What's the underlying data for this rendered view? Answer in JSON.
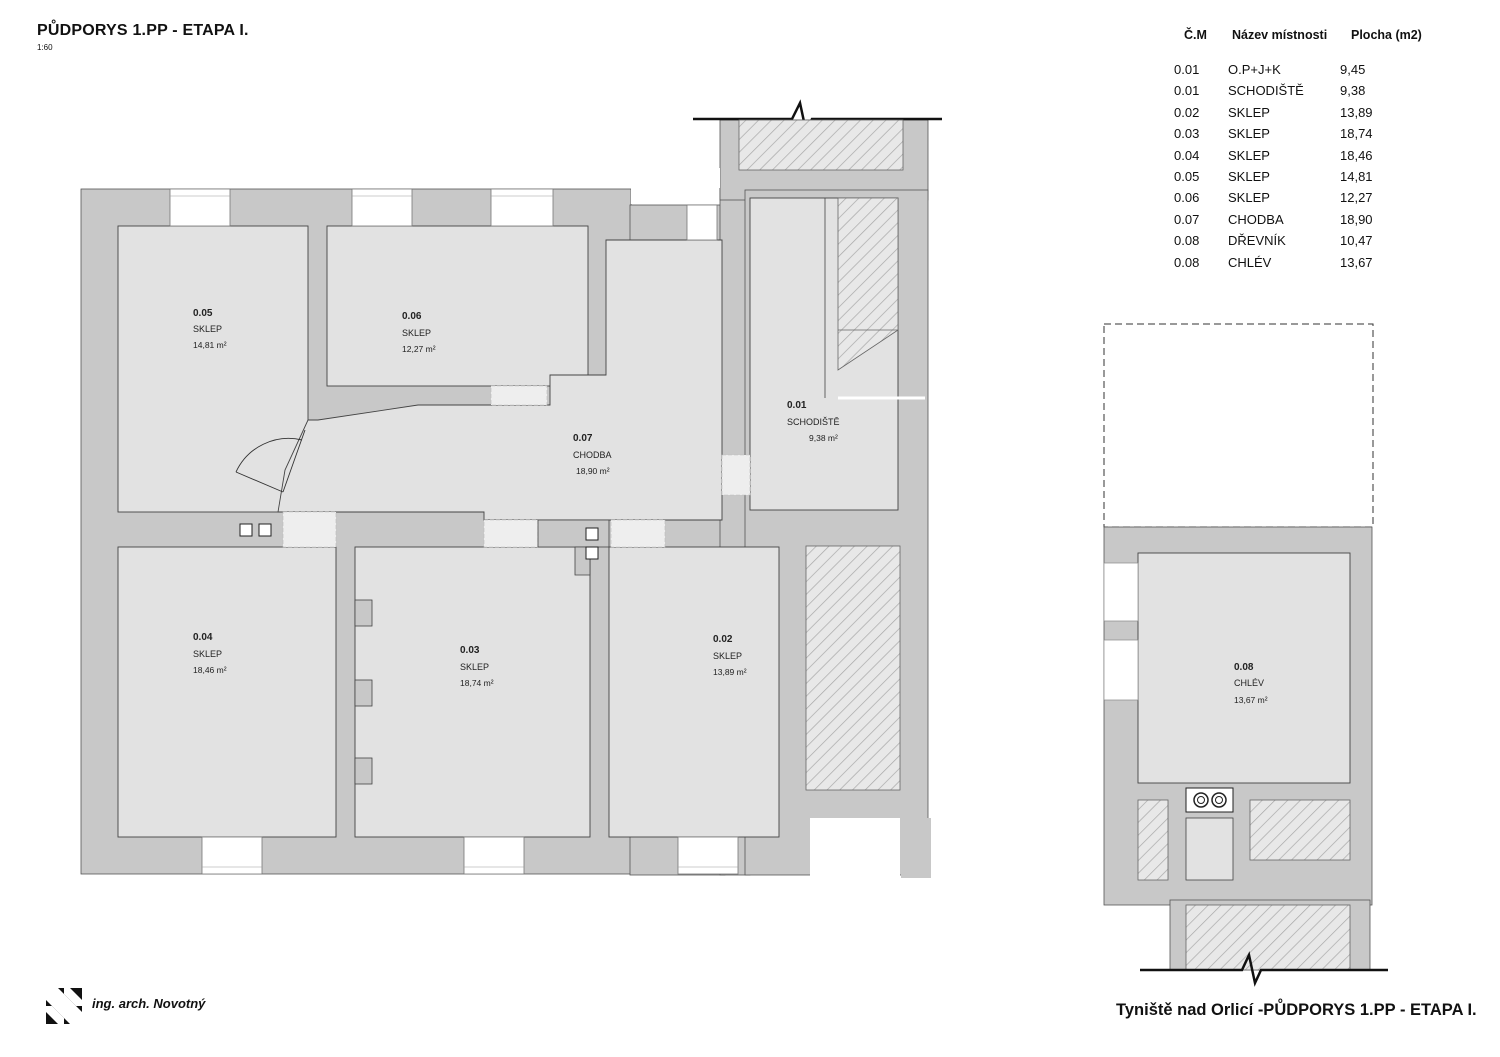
{
  "header": {
    "title": "PŮDPORYS 1.PP - ETAPA I.",
    "scale": "1:60"
  },
  "legend": {
    "col_number": "Č.M",
    "col_name": "Název místnosti",
    "col_area": "Plocha (m2)",
    "rows": [
      {
        "number": "0.01",
        "name": "O.P+J+K",
        "area": "9,45"
      },
      {
        "number": "0.01",
        "name": "SCHODIŠTĚ",
        "area": "9,38"
      },
      {
        "number": "0.02",
        "name": "SKLEP",
        "area": "13,89"
      },
      {
        "number": "0.03",
        "name": "SKLEP",
        "area": "18,74"
      },
      {
        "number": "0.04",
        "name": "SKLEP",
        "area": "18,46"
      },
      {
        "number": "0.05",
        "name": "SKLEP",
        "area": "14,81"
      },
      {
        "number": "0.06",
        "name": "SKLEP",
        "area": "12,27"
      },
      {
        "number": "0.07",
        "name": "CHODBA",
        "area": "18,90"
      },
      {
        "number": "0.08",
        "name": "DŘEVNÍK",
        "area": "10,47"
      },
      {
        "number": "0.08",
        "name": "CHLÉV",
        "area": "13,67"
      }
    ]
  },
  "rooms": {
    "r005": {
      "number": "0.05",
      "name": "SKLEP",
      "area": "14,81 m²"
    },
    "r006": {
      "number": "0.06",
      "name": "SKLEP",
      "area": "12,27 m²"
    },
    "r007": {
      "number": "0.07",
      "name": "CHODBA",
      "area": "18,90 m²"
    },
    "r001": {
      "number": "0.01",
      "name": "SCHODIŠTĚ",
      "area": "9,38 m²"
    },
    "r004": {
      "number": "0.04",
      "name": "SKLEP",
      "area": "18,46 m²"
    },
    "r003": {
      "number": "0.03",
      "name": "SKLEP",
      "area": "18,74 m²"
    },
    "r002": {
      "number": "0.02",
      "name": "SKLEP",
      "area": "13,89 m²"
    },
    "r008": {
      "number": "0.08",
      "name": "CHLÉV",
      "area": "13,67 m²"
    }
  },
  "footer": {
    "author": "ing. arch. Novotný",
    "caption": "Tyniště nad Orlicí -PŮDPORYS 1.PP - ETAPA I."
  },
  "colors": {
    "wall": "#c8c8c8",
    "room": "#e2e2e2",
    "line": "#111111",
    "hatch": "#9a9a9a"
  }
}
